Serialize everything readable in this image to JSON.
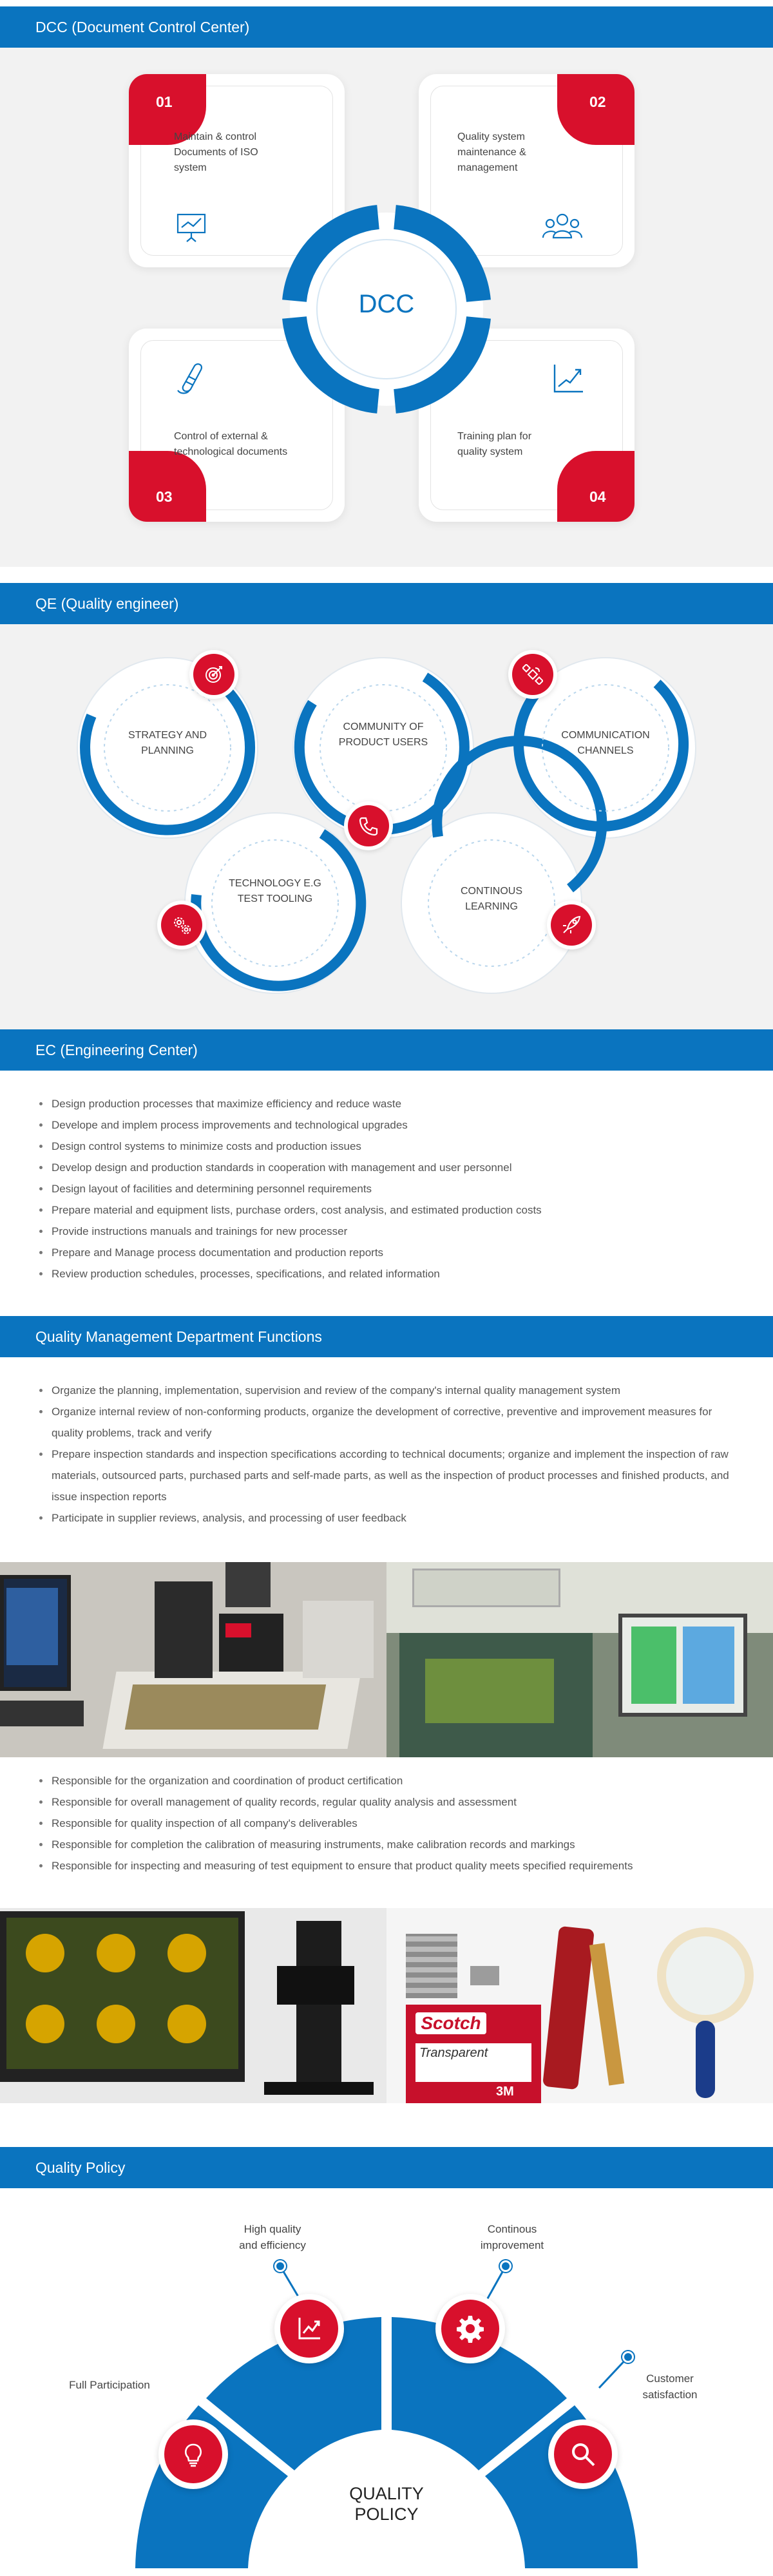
{
  "colors": {
    "primary": "#0a74bf",
    "accent": "#d8102c",
    "gray_bg": "#f2f2f2"
  },
  "dcc": {
    "header": "DCC (Document Control Center)",
    "center": "DCC",
    "cards": [
      {
        "num": "01",
        "text": "Maintain & control Documents of ISO system",
        "icon": "presentation-chart-icon"
      },
      {
        "num": "02",
        "text": "Quality system maintenance & management",
        "icon": "team-users-icon"
      },
      {
        "num": "03",
        "text": "Control of external & technological documents",
        "icon": "document-scroll-icon"
      },
      {
        "num": "04",
        "text": "Training plan for quality system",
        "icon": "growth-arrow-icon"
      }
    ]
  },
  "qe": {
    "header": "QE (Quality engineer)",
    "items": [
      {
        "text": "STRATEGY AND PLANNING",
        "icon": "target-icon"
      },
      {
        "text": "COMMUNITY OF PRODUCT USERS",
        "icon": "phone-icon"
      },
      {
        "text": "COMMUNICATION CHANNELS",
        "icon": "satellite-icon"
      },
      {
        "text": "TECHNOLOGY E.G TEST TOOLING",
        "icon": "gears-icon"
      },
      {
        "text": "CONTINOUS LEARNING",
        "icon": "rocket-icon"
      }
    ]
  },
  "ec": {
    "header": "EC (Engineering Center)",
    "items": [
      "Design production processes that maximize efficiency and reduce waste",
      "Develope and implem process improvements and technological upgrades",
      "Design control systems to minimize costs and production issues",
      "Develop design and production standards in cooperation with management and user personnel",
      "Design layout of facilities and determining personnel requirements",
      "Prepare material and equipment lists, purchase orders, cost analysis, and estimated production costs",
      "Provide instructions manuals and trainings for new processer",
      "Prepare and Manage process documentation and production reports",
      "Review production schedules, processes, specifications, and related information"
    ]
  },
  "qmd": {
    "header": "Quality Management Department Functions",
    "items_1": [
      "Organize the planning, implementation, supervision and review of the company's internal quality management system",
      "Organize internal review of non-conforming products, organize the development of corrective, preventive and improvement measures for quality problems, track and verify",
      "Prepare inspection standards and inspection specifications according to technical documents; organize and implement the inspection of raw materials, outsourced parts, purchased parts and self-made parts, as well as the inspection of product processes and finished products, and issue inspection reports",
      "Participate in supplier reviews, analysis, and processing of user feedback"
    ],
    "items_2": [
      "Responsible for the organization and coordination of product certification",
      "Responsible for overall management of quality records, regular quality analysis and assessment",
      "Responsible for quality inspection of all company's deliverables",
      "Responsible for completion the calibration of measuring instruments, make calibration records and markings",
      "Responsible for inspecting and measuring of test equipment to ensure that product quality meets specified requirements"
    ],
    "tape_brand": "Scotch",
    "tape_product": "Transparent",
    "tape_logo": "3M"
  },
  "policy": {
    "header": "Quality Policy",
    "center": "QUALITY\nPOLICY",
    "items": [
      {
        "text": "Full Participation",
        "icon": "lightbulb-icon"
      },
      {
        "text": "High quality\nand efficiency",
        "icon": "chart-up-icon"
      },
      {
        "text": "Continous\nimprovement",
        "icon": "gear-icon"
      },
      {
        "text": "Customer\nsatisfaction",
        "icon": "magnifier-icon"
      }
    ]
  }
}
